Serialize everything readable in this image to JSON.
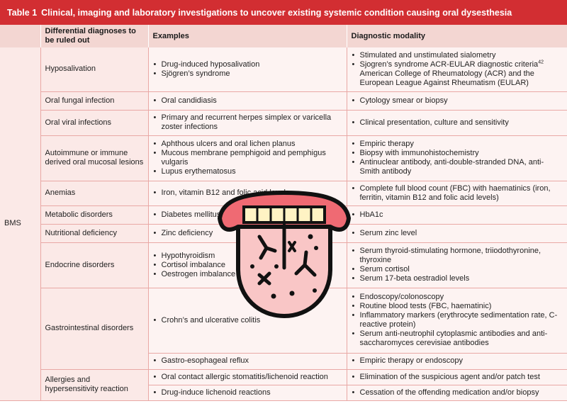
{
  "title": {
    "label": "Table 1",
    "text": "Clinical, imaging and laboratory investigations to uncover existing systemic condition causing oral dysesthesia"
  },
  "headers": {
    "group": "",
    "diagnoses": "Differential diagnoses to be ruled out",
    "examples": "Examples",
    "modality": "Diagnostic modality"
  },
  "group_label": "BMS",
  "rows": [
    {
      "diagnosis": "Hyposalivation",
      "examples": [
        "Drug-induced hyposalivation",
        "Sjögren’s syndrome"
      ],
      "modality": [
        "Stimulated and unstimulated sialometry",
        "Sjogren’s syndrome ACR-EULAR diagnostic criteria"
      ],
      "modality_sup": "42",
      "modality_cont": "American College of Rheumatology (ACR) and the European League Against Rheumatism (EULAR)"
    },
    {
      "diagnosis": "Oral fungal infection",
      "examples": [
        "Oral candidiasis"
      ],
      "modality": [
        "Cytology smear or biopsy"
      ]
    },
    {
      "diagnosis": "Oral viral infections",
      "examples": [
        "Primary and recurrent herpes simplex or varicella zoster infections"
      ],
      "modality": [
        "Clinical presentation, culture and sensitivity"
      ]
    },
    {
      "diagnosis": "Autoimmune or immune derived oral mucosal lesions",
      "examples": [
        "Aphthous ulcers and oral lichen planus",
        "Mucous membrane pemphigoid and pemphigus vulgaris",
        "Lupus erythematosus"
      ],
      "modality": [
        "Empiric therapy",
        "Biopsy with immunohistochemistry",
        "Antinuclear antibody, anti-double-stranded DNA, anti-Smith antibody"
      ]
    },
    {
      "diagnosis": "Anemias",
      "examples": [
        "Iron, vitamin B12 and folic acid levels"
      ],
      "modality": [
        "Complete full blood count (FBC) with haematinics (iron, ferritin, vitamin B12 and folic acid levels)"
      ]
    },
    {
      "diagnosis": "Metabolic disorders",
      "examples": [
        "Diabetes mellitus"
      ],
      "modality": [
        "HbA1c"
      ]
    },
    {
      "diagnosis": "Nutritional deficiency",
      "examples": [
        "Zinc deficiency"
      ],
      "modality": [
        "Serum zinc level"
      ]
    },
    {
      "diagnosis": "Endocrine disorders",
      "examples": [
        "Hypothyroidism",
        "Cortisol imbalance",
        "Oestrogen imbalance"
      ],
      "modality": [
        "Serum thyroid-stimulating hormone, triiodothyronine, thyroxine",
        "Serum cortisol",
        "Serum 17-beta oestradiol levels"
      ]
    },
    {
      "diagnosis": "Gastrointestinal disorders",
      "examples": [
        "Crohn’s and ulcerative colitis"
      ],
      "modality": [
        "Endoscopy/colonoscopy",
        "Routine blood tests (FBC, haematinic)",
        "Inflammatory markers (erythrocyte sedimentation rate, C-reactive protein)",
        "Serum anti-neutrophil cytoplasmic antibodies and anti-saccharomyces cerevisiae antibodies"
      ],
      "examples_2": [
        "Gastro-esophageal reflux"
      ],
      "modality_2": [
        "Empiric therapy or endoscopy"
      ]
    },
    {
      "diagnosis": "Allergies and hypersensitivity reaction",
      "examples": [
        "Oral contact allergic stomatitis/lichenoid reaction"
      ],
      "modality": [
        "Elimination of the suspicious agent and/or patch test"
      ],
      "examples_2": [
        "Drug-induce lichenoid reactions"
      ],
      "modality_2": [
        "Cessation of the offending medication and/or biopsy"
      ]
    }
  ],
  "colors": {
    "title_bg": "#d22e32",
    "header_bg": "#f3d6d2",
    "row_bg": "#fdf3f2",
    "rule": "#e9a8a5",
    "tongue_fill": "#f9c6c6",
    "lips": "#ef6a73"
  },
  "icons": {
    "overlay": "tongue-icon"
  }
}
